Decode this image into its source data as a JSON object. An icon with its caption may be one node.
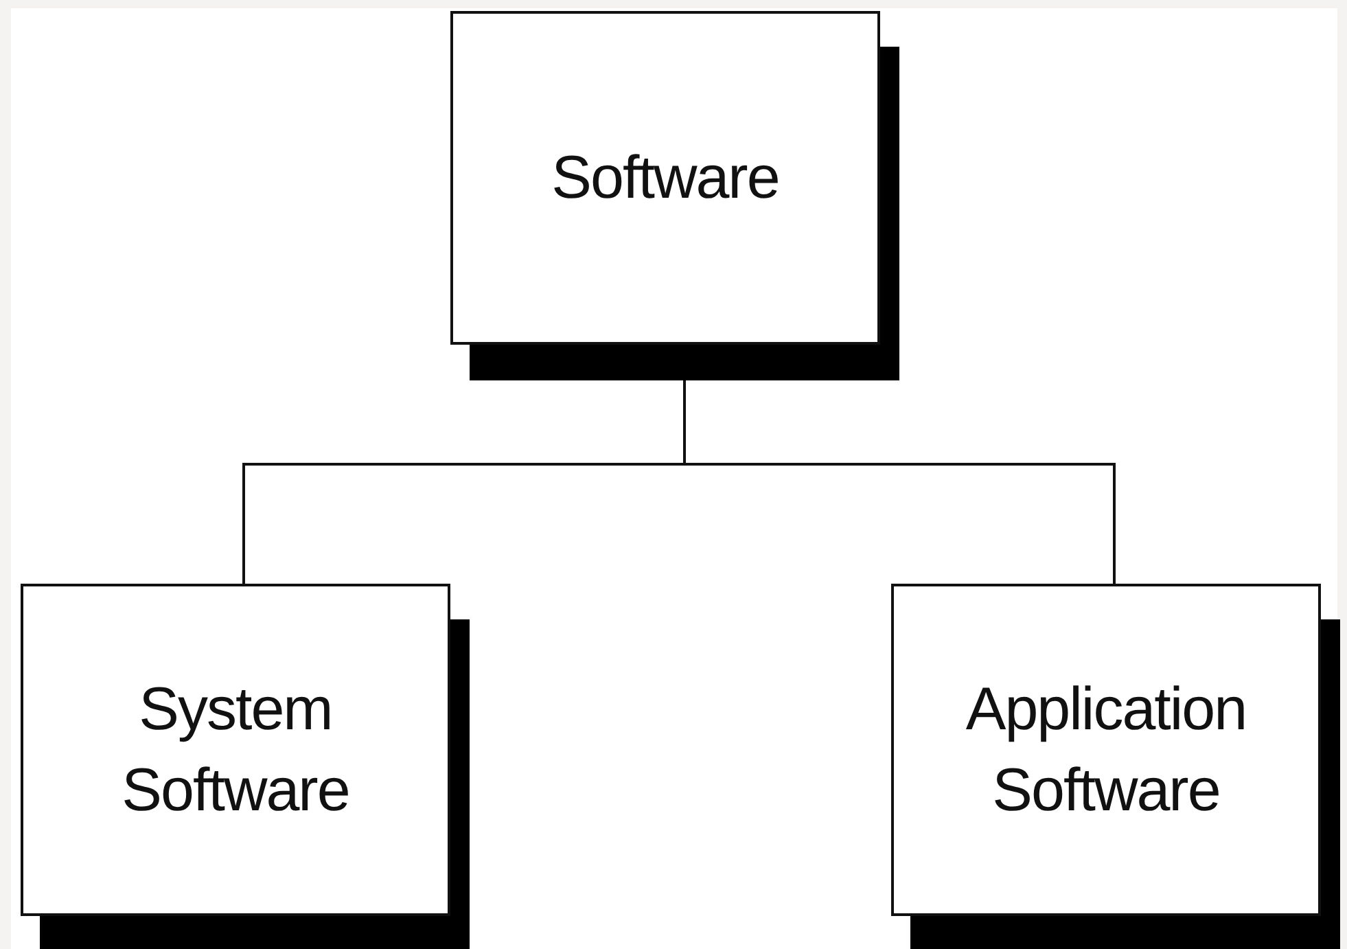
{
  "diagram": {
    "nodes": [
      {
        "text": [
          "Software"
        ]
      },
      {
        "text": [
          "System Software"
        ]
      },
      {
        "text": [
          "Application Software"
        ]
      }
    ],
    "edges": [
      {
        "from": 0,
        "to": 1,
        "arrow": "none"
      },
      {
        "from": 0,
        "to": 2,
        "arrow": "none"
      }
    ]
  }
}
